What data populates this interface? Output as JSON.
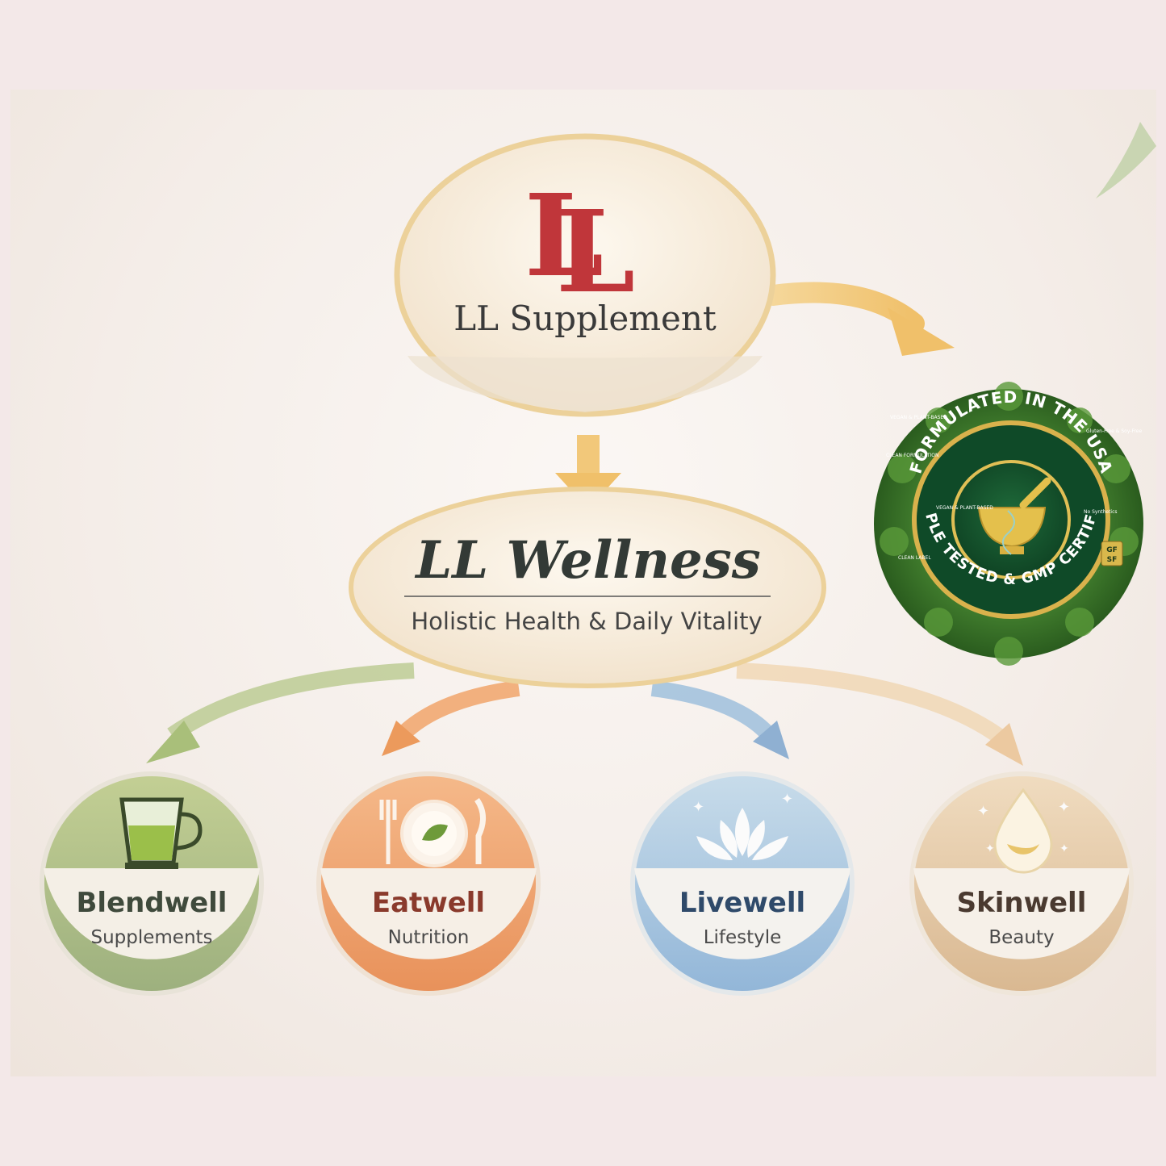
{
  "logo": {
    "monogram": "LL",
    "name": "LL Supplement"
  },
  "center": {
    "title": "LL Wellness",
    "subtitle": "Holistic Health & Daily Vitality"
  },
  "badge": {
    "ring_top": "FORMULATED IN THE USA",
    "ring_bottom": "TRIPLE TESTED & GMP CERTIFIED",
    "side_labels": [
      "VEGAN & PLANT-BASED",
      "CLEAN LABEL",
      "Gluten-Free & Soy-Free",
      "No Synthetics",
      "VEGAN & PLANT-BASED",
      "CLEAN FORMULATION"
    ],
    "mini_badge": [
      "GF",
      "SF"
    ]
  },
  "categories": [
    {
      "title": "Blendwell",
      "subtitle": "Supplements",
      "icon": "blender-icon",
      "color": "#a6b98a",
      "title_color": "#3f4a3c"
    },
    {
      "title": "Eatwell",
      "subtitle": "Nutrition",
      "icon": "plate-cutlery-icon",
      "color": "#ec9f6a",
      "title_color": "#8a3a2c"
    },
    {
      "title": "Livewell",
      "subtitle": "Lifestyle",
      "icon": "lotus-icon",
      "color": "#9fbfdc",
      "title_color": "#2f4a6a"
    },
    {
      "title": "Skinwell",
      "subtitle": "Beauty",
      "icon": "oil-drop-icon",
      "color": "#e0c3a0",
      "title_color": "#4a3a30"
    }
  ]
}
